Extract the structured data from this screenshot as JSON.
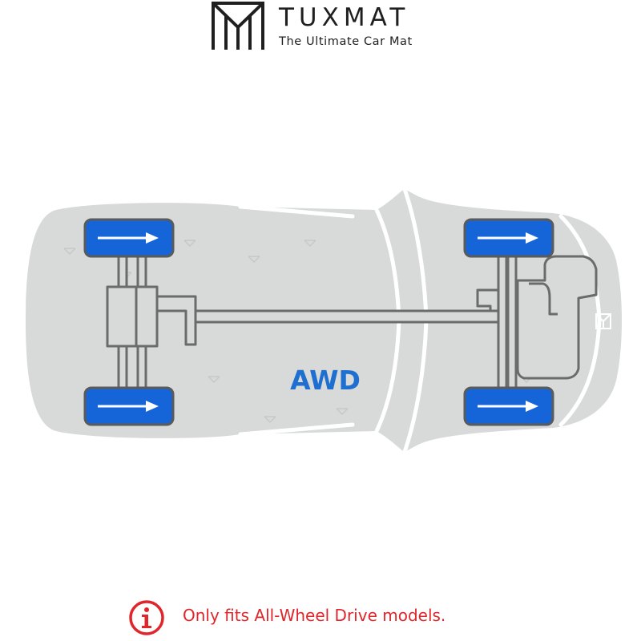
{
  "brand": {
    "name": "TUXMAT",
    "tagline": "The Ultimate Car Mat",
    "text_color": "#1f1f1f"
  },
  "diagram": {
    "drive_label": "AWD",
    "drive_label_color": "#1f6fd0",
    "car_body_color": "#d7dad9",
    "wheel_color": "#1565d8",
    "drivetrain_stroke_color": "#6b6b6b",
    "wheel_direction": "forward"
  },
  "notice": {
    "text": "Only fits All-Wheel Drive models.",
    "color": "#e0262b",
    "icon": "info-icon"
  }
}
